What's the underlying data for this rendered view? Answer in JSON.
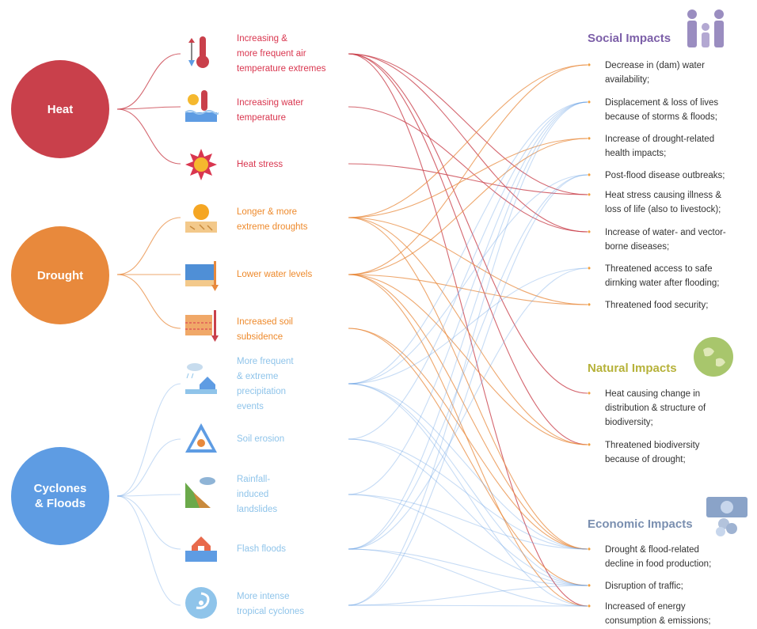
{
  "colors": {
    "heat": "#c9404b",
    "drought": "#e8893c",
    "floods": "#5e9ce3",
    "heat_text": "#d9364f",
    "drought_text": "#ee8a2c",
    "floods_text": "#8fc4ea",
    "social": "#7c5fa8",
    "natural": "#b6b23a",
    "economic": "#7a8fb0"
  },
  "hazards": [
    {
      "id": "heat",
      "label": "Heat"
    },
    {
      "id": "drought",
      "label": "Drought"
    },
    {
      "id": "floods",
      "label": "Cyclones\n& Floods"
    }
  ],
  "drivers": [
    {
      "label": "Increasing &\nmore frequent air\ntemperature extremes",
      "hazard": "heat",
      "icon": "thermometer-icon"
    },
    {
      "label": "Increasing water\ntemperature",
      "hazard": "heat",
      "icon": "hot-water-icon"
    },
    {
      "label": "Heat stress",
      "hazard": "heat",
      "icon": "sun-stress-icon"
    },
    {
      "label": "Longer & more\nextreme droughts",
      "hazard": "drought",
      "icon": "drought-sun-icon"
    },
    {
      "label": "Lower water levels",
      "hazard": "drought",
      "icon": "water-level-icon"
    },
    {
      "label": "Increased soil\nsubsidence",
      "hazard": "drought",
      "icon": "soil-subsidence-icon"
    },
    {
      "label": "More frequent\n& extreme\nprecipitation\nevents",
      "hazard": "floods",
      "icon": "rain-house-icon"
    },
    {
      "label": "Soil erosion",
      "hazard": "floods",
      "icon": "soil-erosion-icon"
    },
    {
      "label": "Rainfall-\ninduced\nlandslides",
      "hazard": "floods",
      "icon": "landslide-icon"
    },
    {
      "label": "Flash floods",
      "hazard": "floods",
      "icon": "flash-flood-icon"
    },
    {
      "label": "More intense\ntropical cyclones",
      "hazard": "floods",
      "icon": "cyclone-icon"
    }
  ],
  "categories": {
    "social": {
      "title": "Social Impacts",
      "icon": "people-icon"
    },
    "natural": {
      "title": "Natural Impacts",
      "icon": "globe-icon"
    },
    "economic": {
      "title": "Economic Impacts",
      "icon": "money-icon"
    }
  },
  "impacts": {
    "social": [
      "Decrease in (dam) water\navailability;",
      "Displacement & loss of lives\nbecause of storms & floods;",
      "Increase of drought-related\nhealth impacts;",
      "Post-flood disease outbreaks;",
      "Heat stress causing illness &\nloss of life (also to livestock);",
      "Increase of water- and vector-\nborne diseases;",
      "Threatened access to safe\ndirnking water after flooding;",
      "Threatened food security;"
    ],
    "natural": [
      "Heat causing change in\ndistribution & structure of\nbiodiversity;",
      "Threatened biodiversity\nbecause of drought;"
    ],
    "economic": [
      "Drought & flood-related\ndecline in food production;",
      "Disruption of traffic;",
      "Increased of energy\nconsumption & emissions;"
    ]
  },
  "links": [
    [
      0,
      4
    ],
    [
      0,
      5
    ],
    [
      0,
      8
    ],
    [
      0,
      9
    ],
    [
      0,
      12
    ],
    [
      1,
      5
    ],
    [
      2,
      4
    ],
    [
      3,
      0
    ],
    [
      3,
      2
    ],
    [
      3,
      7
    ],
    [
      3,
      9
    ],
    [
      3,
      10
    ],
    [
      4,
      0
    ],
    [
      4,
      2
    ],
    [
      4,
      7
    ],
    [
      4,
      9
    ],
    [
      4,
      10
    ],
    [
      4,
      12
    ],
    [
      5,
      10
    ],
    [
      5,
      11
    ],
    [
      6,
      1
    ],
    [
      6,
      3
    ],
    [
      6,
      6
    ],
    [
      6,
      10
    ],
    [
      6,
      11
    ],
    [
      6,
      12
    ],
    [
      7,
      1
    ],
    [
      7,
      10
    ],
    [
      7,
      11
    ],
    [
      8,
      1
    ],
    [
      8,
      10
    ],
    [
      8,
      11
    ],
    [
      9,
      1
    ],
    [
      9,
      3
    ],
    [
      9,
      6
    ],
    [
      9,
      11
    ],
    [
      9,
      12
    ],
    [
      10,
      1
    ],
    [
      10,
      3
    ],
    [
      10,
      11
    ],
    [
      10,
      12
    ]
  ]
}
